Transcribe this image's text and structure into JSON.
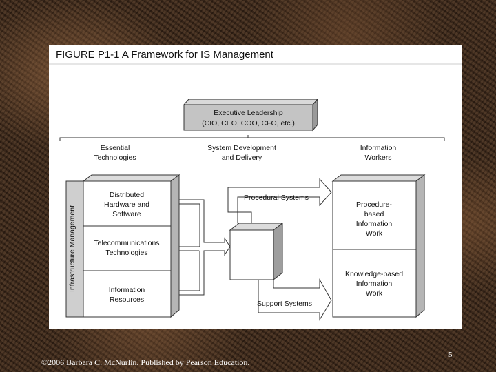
{
  "figure": {
    "title": "FIGURE P1-1  A Framework for IS Management",
    "executive": {
      "line1": "Executive Leadership",
      "line2": "(CIO, CEO, COO, CFO, etc.)"
    },
    "columns": {
      "left": {
        "line1": "Essential",
        "line2": "Technologies"
      },
      "middle": {
        "line1": "System Development",
        "line2": "and Delivery"
      },
      "right": {
        "line1": "Information",
        "line2": "Workers"
      }
    },
    "infrastructure_label": "Infrastructure Management",
    "technologies": [
      {
        "line1": "Distributed",
        "line2": "Hardware and",
        "line3": "Software"
      },
      {
        "line1": "Telecommunications",
        "line2": "Technologies"
      },
      {
        "line1": "Information",
        "line2": "Resources"
      }
    ],
    "systems": {
      "procedural": "Procedural Systems",
      "support": "Support Systems"
    },
    "workers": [
      {
        "line1": "Procedure-",
        "line2": "based",
        "line3": "Information",
        "line4": "Work"
      },
      {
        "line1": "Knowledge-based",
        "line2": "Information",
        "line3": "Work"
      }
    ]
  },
  "footer": {
    "copyright": "©2006 Barbara C. McNurlin. Published by Pearson Education.",
    "page_number": "5"
  },
  "colors": {
    "background": "#3a2618",
    "figure_bg": "#ffffff",
    "box_shade": "#bdbdbd",
    "box_front": "#ffffff"
  }
}
